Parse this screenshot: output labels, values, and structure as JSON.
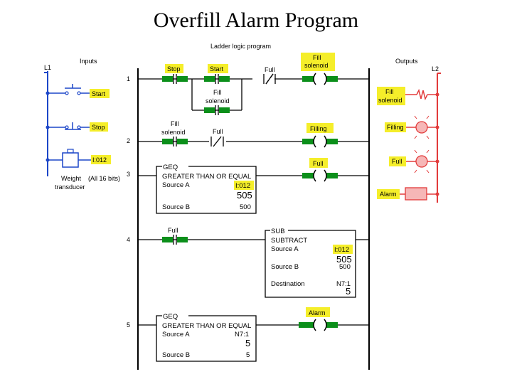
{
  "title": "Overfill Alarm Program",
  "inputs": {
    "heading": "Inputs",
    "rail_label": "L1",
    "start_tag": "Start",
    "stop_tag": "Stop",
    "input_tag": "I:012",
    "transducer_label_1": "Weight",
    "transducer_label_2": "transducer",
    "bits_label": "(All 16 bits)"
  },
  "ladder": {
    "heading": "Ladder logic program",
    "rung_numbers": [
      "1",
      "2",
      "3",
      "4",
      "5"
    ],
    "rung1": {
      "stop": "Stop",
      "start": "Start",
      "full_nc": "Full",
      "seal_1": "Fill",
      "seal_2": "solenoid",
      "coil_1": "Fill",
      "coil_2": "solenoid"
    },
    "rung2": {
      "contact_1": "Fill",
      "contact_2": "solenoid",
      "full_nc": "Full",
      "coil": "Filling"
    },
    "rung3": {
      "block": "GEQ",
      "desc": "GREATER THAN OR EQUAL",
      "source_a_label": "Source A",
      "source_a_tag": "I:012",
      "source_a_value": "505",
      "source_b_label": "Source B",
      "source_b_value": "500",
      "coil": "Full"
    },
    "rung4": {
      "contact": "Full",
      "block": "SUB",
      "desc": "SUBTRACT",
      "source_a_label": "Source A",
      "source_a_tag": "I:012",
      "source_a_value": "505",
      "source_b_label": "Source B",
      "source_b_value": "500",
      "dest_label": "Destination",
      "dest_tag": "N7:1",
      "dest_value": "5"
    },
    "rung5": {
      "block": "GEQ",
      "desc": "GREATER THAN OR EQUAL",
      "source_a_label": "Source A",
      "source_a_tag": "N7:1",
      "source_a_value": "5",
      "source_b_label": "Source B",
      "source_b_value": "5",
      "coil": "Alarm"
    }
  },
  "outputs": {
    "heading": "Outputs",
    "rail_label": "L2",
    "fill_1": "Fill",
    "fill_2": "solenoid",
    "filling": "Filling",
    "full": "Full",
    "alarm": "Alarm"
  },
  "colors": {
    "input_rail": "#1c46c8",
    "output_rail": "#e23a3a",
    "tag_fill": "#f5ee2a",
    "contact_green": "#0b8f1a",
    "lamp_fill": "#f6b7b7"
  }
}
